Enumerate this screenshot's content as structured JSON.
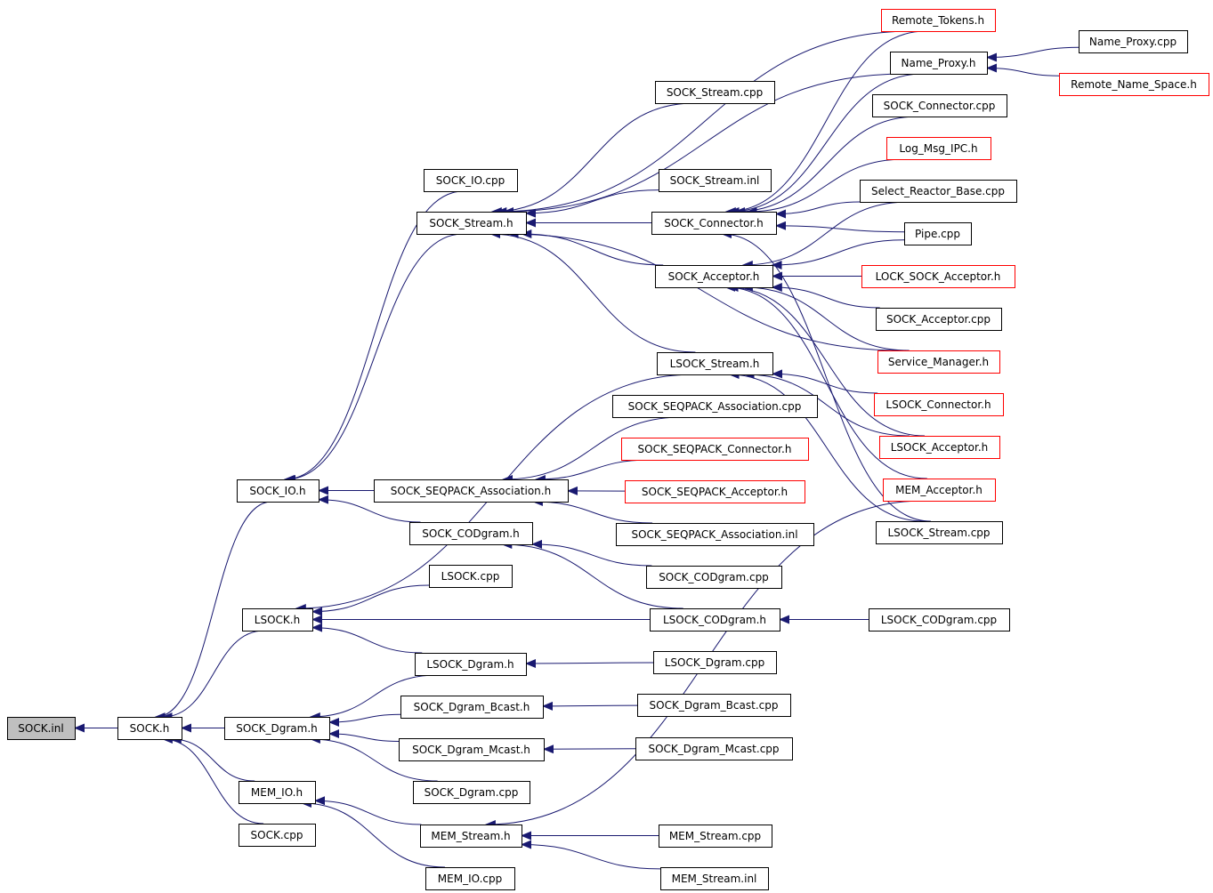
{
  "colors": {
    "edge": "#191970",
    "normal_border": "#000000",
    "red_border": "#ff0000",
    "root_fill": "#bfbfbf"
  },
  "nodes": [
    {
      "id": "sock_inl",
      "label": "SOCK.inl",
      "root": true
    },
    {
      "id": "sock_h",
      "label": "SOCK.h"
    },
    {
      "id": "sock_io_h",
      "label": "SOCK_IO.h"
    },
    {
      "id": "lsock_h",
      "label": "LSOCK.h"
    },
    {
      "id": "sock_dgram_h",
      "label": "SOCK_Dgram.h"
    },
    {
      "id": "mem_io_h",
      "label": "MEM_IO.h"
    },
    {
      "id": "sock_cpp",
      "label": "SOCK.cpp"
    },
    {
      "id": "sock_io_cpp",
      "label": "SOCK_IO.cpp"
    },
    {
      "id": "sock_stream_h",
      "label": "SOCK_Stream.h"
    },
    {
      "id": "sock_seqpack_assoc_h",
      "label": "SOCK_SEQPACK_Association.h"
    },
    {
      "id": "sock_codgram_h",
      "label": "SOCK_CODgram.h"
    },
    {
      "id": "lsock_cpp",
      "label": "LSOCK.cpp"
    },
    {
      "id": "lsock_dgram_h",
      "label": "LSOCK_Dgram.h"
    },
    {
      "id": "sock_dgram_bcast_h",
      "label": "SOCK_Dgram_Bcast.h"
    },
    {
      "id": "sock_dgram_mcast_h",
      "label": "SOCK_Dgram_Mcast.h"
    },
    {
      "id": "sock_dgram_cpp",
      "label": "SOCK_Dgram.cpp"
    },
    {
      "id": "mem_stream_h",
      "label": "MEM_Stream.h"
    },
    {
      "id": "mem_io_cpp",
      "label": "MEM_IO.cpp"
    },
    {
      "id": "sock_stream_cpp",
      "label": "SOCK_Stream.cpp"
    },
    {
      "id": "sock_stream_inl",
      "label": "SOCK_Stream.inl"
    },
    {
      "id": "sock_connector_h",
      "label": "SOCK_Connector.h"
    },
    {
      "id": "sock_acceptor_h",
      "label": "SOCK_Acceptor.h"
    },
    {
      "id": "lsock_stream_h",
      "label": "LSOCK_Stream.h"
    },
    {
      "id": "sock_seqpack_assoc_cpp",
      "label": "SOCK_SEQPACK_Association.cpp"
    },
    {
      "id": "sock_seqpack_connector_h",
      "label": "SOCK_SEQPACK_Connector.h",
      "red": true
    },
    {
      "id": "sock_seqpack_acceptor_h",
      "label": "SOCK_SEQPACK_Acceptor.h",
      "red": true
    },
    {
      "id": "sock_seqpack_assoc_inl",
      "label": "SOCK_SEQPACK_Association.inl"
    },
    {
      "id": "sock_codgram_cpp",
      "label": "SOCK_CODgram.cpp"
    },
    {
      "id": "lsock_codgram_h",
      "label": "LSOCK_CODgram.h"
    },
    {
      "id": "lsock_dgram_cpp",
      "label": "LSOCK_Dgram.cpp"
    },
    {
      "id": "sock_dgram_bcast_cpp",
      "label": "SOCK_Dgram_Bcast.cpp"
    },
    {
      "id": "sock_dgram_mcast_cpp",
      "label": "SOCK_Dgram_Mcast.cpp"
    },
    {
      "id": "mem_stream_cpp",
      "label": "MEM_Stream.cpp"
    },
    {
      "id": "mem_stream_inl",
      "label": "MEM_Stream.inl"
    },
    {
      "id": "remote_tokens_h",
      "label": "Remote_Tokens.h",
      "red": true
    },
    {
      "id": "name_proxy_h",
      "label": "Name_Proxy.h"
    },
    {
      "id": "sock_connector_cpp",
      "label": "SOCK_Connector.cpp"
    },
    {
      "id": "log_msg_ipc_h",
      "label": "Log_Msg_IPC.h",
      "red": true
    },
    {
      "id": "select_reactor_base_cpp",
      "label": "Select_Reactor_Base.cpp"
    },
    {
      "id": "pipe_cpp",
      "label": "Pipe.cpp"
    },
    {
      "id": "lock_sock_acceptor_h",
      "label": "LOCK_SOCK_Acceptor.h",
      "red": true
    },
    {
      "id": "sock_acceptor_cpp",
      "label": "SOCK_Acceptor.cpp"
    },
    {
      "id": "service_manager_h",
      "label": "Service_Manager.h",
      "red": true
    },
    {
      "id": "lsock_connector_h",
      "label": "LSOCK_Connector.h",
      "red": true
    },
    {
      "id": "lsock_acceptor_h",
      "label": "LSOCK_Acceptor.h",
      "red": true
    },
    {
      "id": "mem_acceptor_h",
      "label": "MEM_Acceptor.h",
      "red": true
    },
    {
      "id": "lsock_stream_cpp",
      "label": "LSOCK_Stream.cpp"
    },
    {
      "id": "lsock_codgram_cpp",
      "label": "LSOCK_CODgram.cpp"
    },
    {
      "id": "name_proxy_cpp",
      "label": "Name_Proxy.cpp"
    },
    {
      "id": "remote_name_space_h",
      "label": "Remote_Name_Space.h",
      "red": true
    }
  ],
  "edges": [
    [
      "sock_h",
      "sock_inl"
    ],
    [
      "sock_io_h",
      "sock_h"
    ],
    [
      "lsock_h",
      "sock_h"
    ],
    [
      "sock_dgram_h",
      "sock_h"
    ],
    [
      "mem_io_h",
      "sock_h"
    ],
    [
      "sock_cpp",
      "sock_h"
    ],
    [
      "sock_io_cpp",
      "sock_io_h"
    ],
    [
      "sock_stream_h",
      "sock_io_h"
    ],
    [
      "sock_seqpack_assoc_h",
      "sock_io_h"
    ],
    [
      "sock_codgram_h",
      "sock_io_h"
    ],
    [
      "lsock_cpp",
      "lsock_h"
    ],
    [
      "lsock_codgram_h",
      "lsock_h"
    ],
    [
      "lsock_dgram_h",
      "lsock_h"
    ],
    [
      "lsock_stream_h",
      "lsock_h"
    ],
    [
      "sock_dgram_bcast_h",
      "sock_dgram_h"
    ],
    [
      "sock_dgram_mcast_h",
      "sock_dgram_h"
    ],
    [
      "sock_dgram_cpp",
      "sock_dgram_h"
    ],
    [
      "lsock_dgram_h",
      "sock_dgram_h"
    ],
    [
      "mem_stream_h",
      "mem_io_h"
    ],
    [
      "mem_io_cpp",
      "mem_io_h"
    ],
    [
      "sock_stream_cpp",
      "sock_stream_h"
    ],
    [
      "sock_stream_inl",
      "sock_stream_h"
    ],
    [
      "sock_connector_h",
      "sock_stream_h"
    ],
    [
      "sock_acceptor_h",
      "sock_stream_h"
    ],
    [
      "lsock_stream_h",
      "sock_stream_h"
    ],
    [
      "remote_tokens_h",
      "sock_stream_h"
    ],
    [
      "name_proxy_h",
      "sock_stream_h"
    ],
    [
      "service_manager_h",
      "sock_stream_h"
    ],
    [
      "sock_seqpack_assoc_cpp",
      "sock_seqpack_assoc_h"
    ],
    [
      "sock_seqpack_connector_h",
      "sock_seqpack_assoc_h"
    ],
    [
      "sock_seqpack_acceptor_h",
      "sock_seqpack_assoc_h"
    ],
    [
      "sock_seqpack_assoc_inl",
      "sock_seqpack_assoc_h"
    ],
    [
      "sock_codgram_cpp",
      "sock_codgram_h"
    ],
    [
      "lsock_codgram_h",
      "sock_codgram_h"
    ],
    [
      "lsock_codgram_cpp",
      "lsock_codgram_h"
    ],
    [
      "lsock_dgram_cpp",
      "lsock_dgram_h"
    ],
    [
      "sock_dgram_bcast_cpp",
      "sock_dgram_bcast_h"
    ],
    [
      "sock_dgram_mcast_cpp",
      "sock_dgram_mcast_h"
    ],
    [
      "mem_stream_cpp",
      "mem_stream_h"
    ],
    [
      "mem_stream_inl",
      "mem_stream_h"
    ],
    [
      "mem_acceptor_h",
      "mem_stream_h"
    ],
    [
      "remote_tokens_h",
      "sock_connector_h"
    ],
    [
      "name_proxy_h",
      "sock_connector_h"
    ],
    [
      "sock_connector_cpp",
      "sock_connector_h"
    ],
    [
      "log_msg_ipc_h",
      "sock_connector_h"
    ],
    [
      "select_reactor_base_cpp",
      "sock_connector_h"
    ],
    [
      "pipe_cpp",
      "sock_connector_h"
    ],
    [
      "lsock_stream_cpp",
      "sock_connector_h"
    ],
    [
      "select_reactor_base_cpp",
      "sock_acceptor_h"
    ],
    [
      "pipe_cpp",
      "sock_acceptor_h"
    ],
    [
      "lock_sock_acceptor_h",
      "sock_acceptor_h"
    ],
    [
      "sock_acceptor_cpp",
      "sock_acceptor_h"
    ],
    [
      "service_manager_h",
      "sock_acceptor_h"
    ],
    [
      "lsock_acceptor_h",
      "sock_acceptor_h"
    ],
    [
      "mem_acceptor_h",
      "sock_acceptor_h"
    ],
    [
      "lsock_connector_h",
      "lsock_stream_h"
    ],
    [
      "lsock_acceptor_h",
      "lsock_stream_h"
    ],
    [
      "lsock_stream_cpp",
      "lsock_stream_h"
    ],
    [
      "name_proxy_cpp",
      "name_proxy_h"
    ],
    [
      "remote_name_space_h",
      "name_proxy_h"
    ]
  ]
}
